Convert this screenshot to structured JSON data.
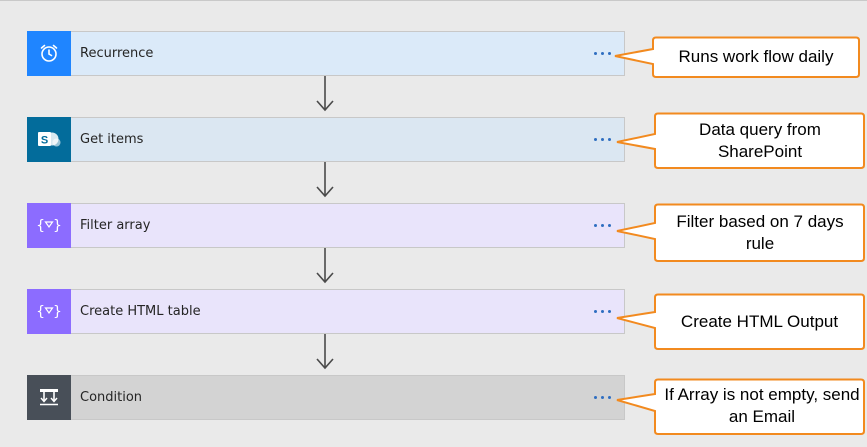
{
  "steps": [
    {
      "label": "Recurrence",
      "icon": "alarm-clock-icon",
      "icon_bg": "#1f85ff",
      "card_bg": "#dbeaf9"
    },
    {
      "label": "Get items",
      "icon": "sharepoint-icon",
      "icon_bg": "#036c9b",
      "card_bg": "#dbe7f2"
    },
    {
      "label": "Filter array",
      "icon": "data-operation-icon",
      "icon_bg": "#8c6cff",
      "card_bg": "#e9e4fb"
    },
    {
      "label": "Create HTML table",
      "icon": "data-operation-icon",
      "icon_bg": "#8c6cff",
      "card_bg": "#e9e4fb"
    },
    {
      "label": "Condition",
      "icon": "condition-icon",
      "icon_bg": "#484f58",
      "card_bg": "#d3d3d3"
    }
  ],
  "callouts": [
    {
      "text": "Runs work flow daily"
    },
    {
      "text": "Data query from SharePoint"
    },
    {
      "text": "Filter based on 7 days rule"
    },
    {
      "text": "Create HTML Output"
    },
    {
      "text": "If Array is not empty, send an Email"
    }
  ],
  "colors": {
    "callout_border": "#f28a1f",
    "callout_fill": "#ffffff",
    "arrow": "#4a4a4a",
    "more_dots": "#2f6ec1",
    "background": "#eaeaea"
  }
}
